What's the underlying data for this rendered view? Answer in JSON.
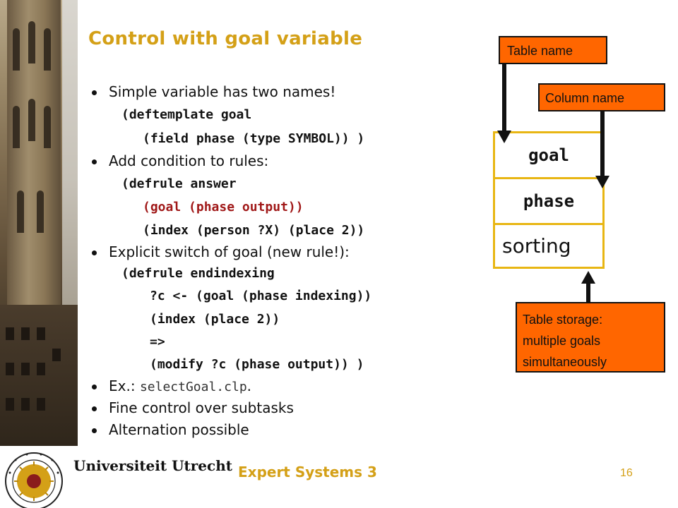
{
  "slide": {
    "title": "Control with goal variable",
    "lines": [
      {
        "kind": "bullet",
        "text": "Simple variable has two names!"
      },
      {
        "kind": "code",
        "text": "(deftemplate goal"
      },
      {
        "kind": "code",
        "text": "(field phase (type SYMBOL)) )"
      },
      {
        "kind": "bullet",
        "text": "Add condition to rules:"
      },
      {
        "kind": "code",
        "text": "(defrule answer"
      },
      {
        "kind": "code",
        "text": "(goal (phase output))"
      },
      {
        "kind": "code",
        "text": "(index (person ?X) (place 2))"
      },
      {
        "kind": "bullet",
        "text": "Explicit switch of goal (new rule!):"
      },
      {
        "kind": "code",
        "text": "(defrule endindexing"
      },
      {
        "kind": "code",
        "text": "?c <- (goal (phase indexing))"
      },
      {
        "kind": "code",
        "text": "(index (place 2))"
      },
      {
        "kind": "code",
        "text": "=>"
      },
      {
        "kind": "code",
        "text": "(modify ?c (phase output)) )"
      },
      {
        "kind": "bullet",
        "text_prefix": "Ex.: ",
        "text_code": "selectGoal.clp",
        "text_suffix": "."
      },
      {
        "kind": "bullet",
        "text": "Fine control over subtasks"
      },
      {
        "kind": "bullet",
        "text": "Alternation possible"
      }
    ]
  },
  "diagram": {
    "cells": [
      "goal",
      "phase",
      "sorting"
    ],
    "callouts": {
      "table_name": "Table name",
      "column_name": "Column name",
      "table_storage": [
        "Table storage:",
        "multiple goals",
        "simultaneously"
      ]
    }
  },
  "footer": {
    "university": "Universiteit Utrecht",
    "course": "Expert Systems 3",
    "page": "16"
  },
  "colors": {
    "title": "#d4a017",
    "callout_bg": "#ff6600",
    "cell_border": "#e8b613",
    "code_highlight": "#a01818"
  }
}
